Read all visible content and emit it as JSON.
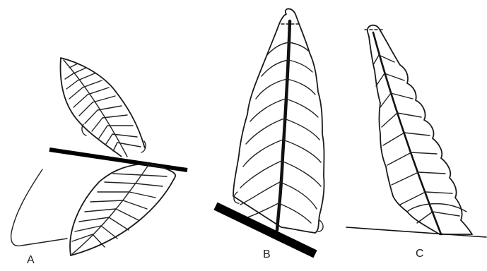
{
  "panels": [
    {
      "label": "A"
    },
    {
      "label": "B"
    },
    {
      "label": "C"
    }
  ],
  "colors": {
    "ink": "#111111",
    "background": "#ffffff"
  }
}
